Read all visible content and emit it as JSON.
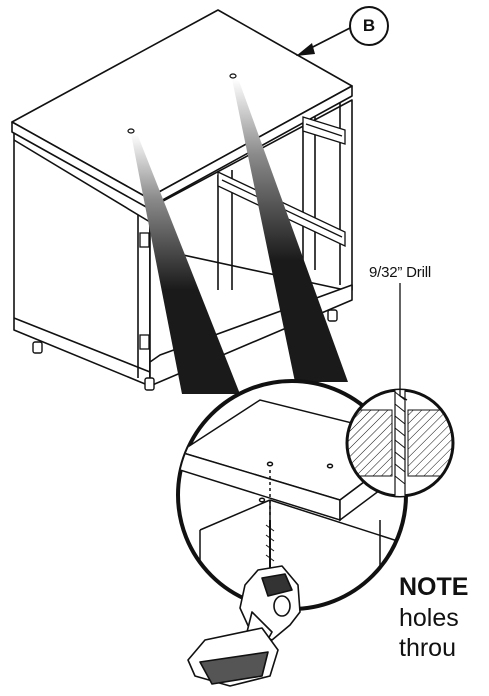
{
  "callout": {
    "part_letter": "B"
  },
  "drill": {
    "size_label": "9/32” Drill"
  },
  "note": {
    "title": "NOTE",
    "line1": "holes",
    "line2": "throu"
  },
  "colors": {
    "ink": "#111111",
    "paper": "#ffffff",
    "shade": "#1a1a1a",
    "grey": "#8a8a8a"
  },
  "icons": [
    "arrow-pointer-icon",
    "drill-tool-icon",
    "drill-bit-icon"
  ]
}
